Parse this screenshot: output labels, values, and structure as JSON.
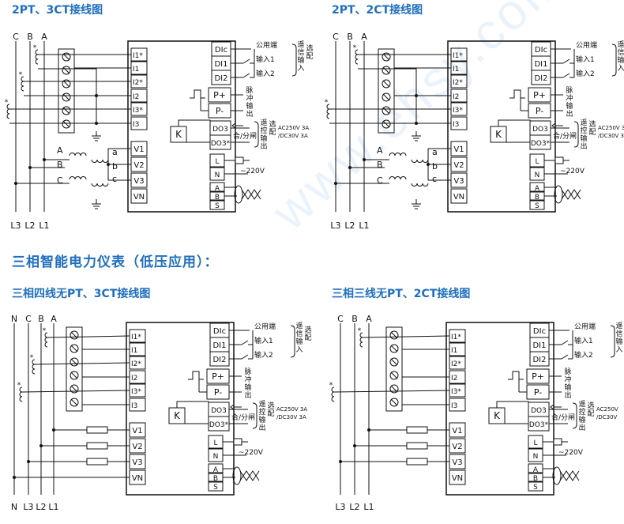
{
  "headings": {
    "d1": "2PT、3CT接线图",
    "d2": "2PT、2CT接线图",
    "section": "三相智能电力仪表（低压应用）：",
    "d3": "三相四线无PT、3CT接线图",
    "d4": "三相三线无PT、2CT接线图"
  },
  "watermark": "www.ehsy.com",
  "labels": {
    "phase_abc": [
      "C",
      "B",
      "A"
    ],
    "phase_nabc": [
      "N",
      "C",
      "B",
      "A"
    ],
    "line_3": [
      "L3",
      "L2",
      "L1"
    ],
    "line_4": [
      "N",
      "L3",
      "L2",
      "L1"
    ],
    "current_terms": [
      "I1*",
      "I1",
      "I2*",
      "I2",
      "I3*",
      "I3"
    ],
    "voltage_terms": [
      "V1",
      "V2",
      "V3",
      "VN"
    ],
    "di_terms": [
      "DIc",
      "DI1",
      "DI2"
    ],
    "pulse_terms": [
      "P+",
      "P-"
    ],
    "do_terms": [
      "DO3",
      "DO3*"
    ],
    "power_terms": [
      "L",
      "N"
    ],
    "comm_terms": [
      "A",
      "B",
      "S"
    ],
    "di_texts": [
      "公用端",
      "输入1",
      "输入2"
    ],
    "di_side": "遥信输入",
    "di_side2": "(选配)",
    "pulse_side": "脉冲输出",
    "do_side": "遥控输出",
    "do_side2": "(选配)",
    "do_text": "合/分闸",
    "k_label": "K",
    "rating_full": [
      "AC250V 3A",
      "/DC30V 3A"
    ],
    "rating_short": [
      "AC250V",
      "/DC30V"
    ],
    "supply": "~220V",
    "pt_primary": [
      "A",
      "B",
      "C"
    ],
    "pt_secondary": [
      "a",
      "b",
      "c"
    ],
    "ct_mark": "*"
  }
}
